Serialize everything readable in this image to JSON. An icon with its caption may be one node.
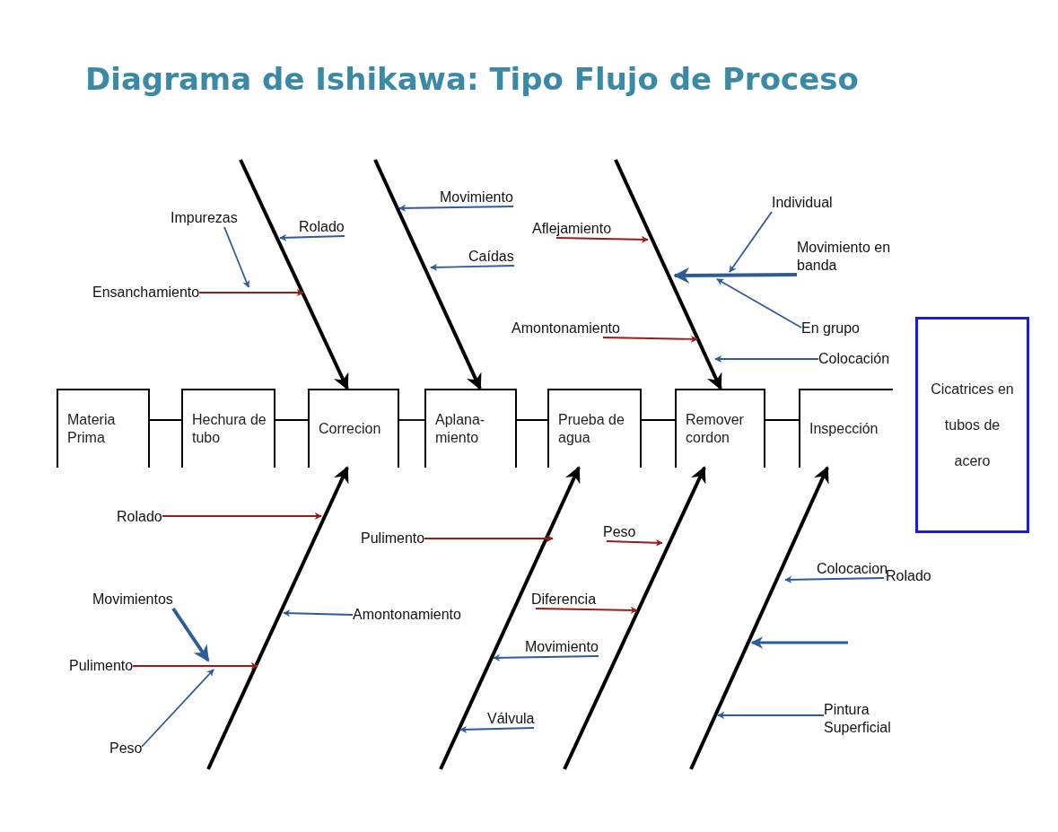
{
  "diagram": {
    "title": "Diagrama de Ishikawa: Tipo Flujo de Proceso",
    "nodes": [
      {
        "text": [
          "Materia Prima"
        ]
      },
      {
        "text": [
          "Hechura de tubo"
        ]
      },
      {
        "text": [
          "Correcion"
        ]
      },
      {
        "text": [
          "Aplana- miento"
        ]
      },
      {
        "text": [
          "Prueba de agua"
        ]
      },
      {
        "text": [
          "Remover cordon"
        ]
      },
      {
        "text": [
          "Inspección"
        ]
      },
      {
        "text": [
          "Cicatrices en tubos de acero"
        ]
      },
      {
        "text": [
          "Impurezas"
        ]
      },
      {
        "text": [
          "Rolado"
        ]
      },
      {
        "text": [
          "Ensanchamiento"
        ]
      },
      {
        "text": [
          "Movimiento"
        ]
      },
      {
        "text": [
          "Caídas"
        ]
      },
      {
        "text": [
          "Aflejamiento"
        ]
      },
      {
        "text": [
          "Amontonamiento"
        ]
      },
      {
        "text": [
          "Individual"
        ]
      },
      {
        "text": [
          "Movimiento en banda"
        ]
      },
      {
        "text": [
          "En grupo"
        ]
      },
      {
        "text": [
          "Colocación"
        ]
      },
      {
        "text": [
          "Rolado"
        ]
      },
      {
        "text": [
          "Pulimento"
        ]
      },
      {
        "text": [
          "Peso"
        ]
      },
      {
        "text": [
          "Movimientos"
        ]
      },
      {
        "text": [
          "Amontonamiento"
        ]
      },
      {
        "text": [
          "Diferencia"
        ]
      },
      {
        "text": [
          "Pulimento"
        ]
      },
      {
        "text": [
          "Movimiento"
        ]
      },
      {
        "text": [
          "Válvula"
        ]
      },
      {
        "text": [
          "Peso"
        ]
      },
      {
        "text": [
          "Colocacion"
        ]
      },
      {
        "text": [
          "Pintura Superficial"
        ]
      }
    ],
    "edges": [
      {
        "from": 0,
        "to": 1,
        "arrow": "none",
        "color": "#000000"
      },
      {
        "from": 1,
        "to": 2,
        "arrow": "none",
        "color": "#000000"
      },
      {
        "from": 2,
        "to": 3,
        "arrow": "none",
        "color": "#000000"
      },
      {
        "from": 3,
        "to": 4,
        "arrow": "none",
        "color": "#000000"
      },
      {
        "from": 4,
        "to": 5,
        "arrow": "none",
        "color": "#000000"
      },
      {
        "from": 5,
        "to": 6,
        "arrow": "none",
        "color": "#000000"
      },
      {
        "from": null,
        "to": 2,
        "arrow": "to",
        "style": "thick",
        "color": "#000000"
      },
      {
        "from": null,
        "to": 3,
        "arrow": "to",
        "style": "thick",
        "color": "#000000"
      },
      {
        "from": null,
        "to": 5,
        "arrow": "to",
        "style": "thick",
        "color": "#000000"
      },
      {
        "from": null,
        "to": 2,
        "arrow": "to",
        "style": "thick",
        "color": "#000000"
      },
      {
        "from": null,
        "to": 4,
        "arrow": "to",
        "style": "thick",
        "color": "#000000"
      },
      {
        "from": null,
        "to": 5,
        "arrow": "to",
        "style": "thick",
        "color": "#000000"
      },
      {
        "from": null,
        "to": 6,
        "arrow": "to",
        "style": "thick",
        "color": "#000000"
      },
      {
        "from": 8,
        "to": null,
        "arrow": "to"
      },
      {
        "from": 9,
        "to": null,
        "arrow": "to"
      },
      {
        "from": 10,
        "to": null,
        "arrow": "to",
        "color": "#9b1b1b"
      },
      {
        "from": 11,
        "to": null,
        "arrow": "to"
      },
      {
        "from": 12,
        "to": null,
        "arrow": "to"
      },
      {
        "from": 13,
        "to": null,
        "arrow": "to",
        "color": "#9b1b1b"
      },
      {
        "from": 14,
        "to": null,
        "arrow": "to",
        "color": "#9b1b1b"
      },
      {
        "from": 15,
        "to": null,
        "arrow": "to"
      },
      {
        "from": 16,
        "to": null,
        "arrow": "to",
        "style": "thick"
      },
      {
        "from": 17,
        "to": null,
        "arrow": "to"
      },
      {
        "from": 18,
        "to": null,
        "arrow": "to"
      },
      {
        "from": 19,
        "to": null,
        "arrow": "to",
        "color": "#9b1b1b"
      },
      {
        "from": 20,
        "to": null,
        "arrow": "to",
        "color": "#9b1b1b"
      },
      {
        "from": 21,
        "to": null,
        "arrow": "to",
        "color": "#9b1b1b"
      },
      {
        "from": 22,
        "to": null,
        "arrow": "to",
        "style": "thick"
      },
      {
        "from": 23,
        "to": null,
        "arrow": "to"
      },
      {
        "from": 24,
        "to": null,
        "arrow": "to",
        "color": "#9b1b1b"
      },
      {
        "from": 25,
        "to": null,
        "arrow": "to",
        "color": "#9b1b1b"
      },
      {
        "from": 26,
        "to": null,
        "arrow": "to"
      },
      {
        "from": 27,
        "to": null,
        "arrow": "to"
      },
      {
        "from": 28,
        "to": null,
        "arrow": "to"
      },
      {
        "from": 29,
        "to": null,
        "arrow": "to"
      },
      {
        "from": 30,
        "to": null,
        "arrow": "to"
      }
    ],
    "labels": [
      "Rolado"
    ]
  }
}
